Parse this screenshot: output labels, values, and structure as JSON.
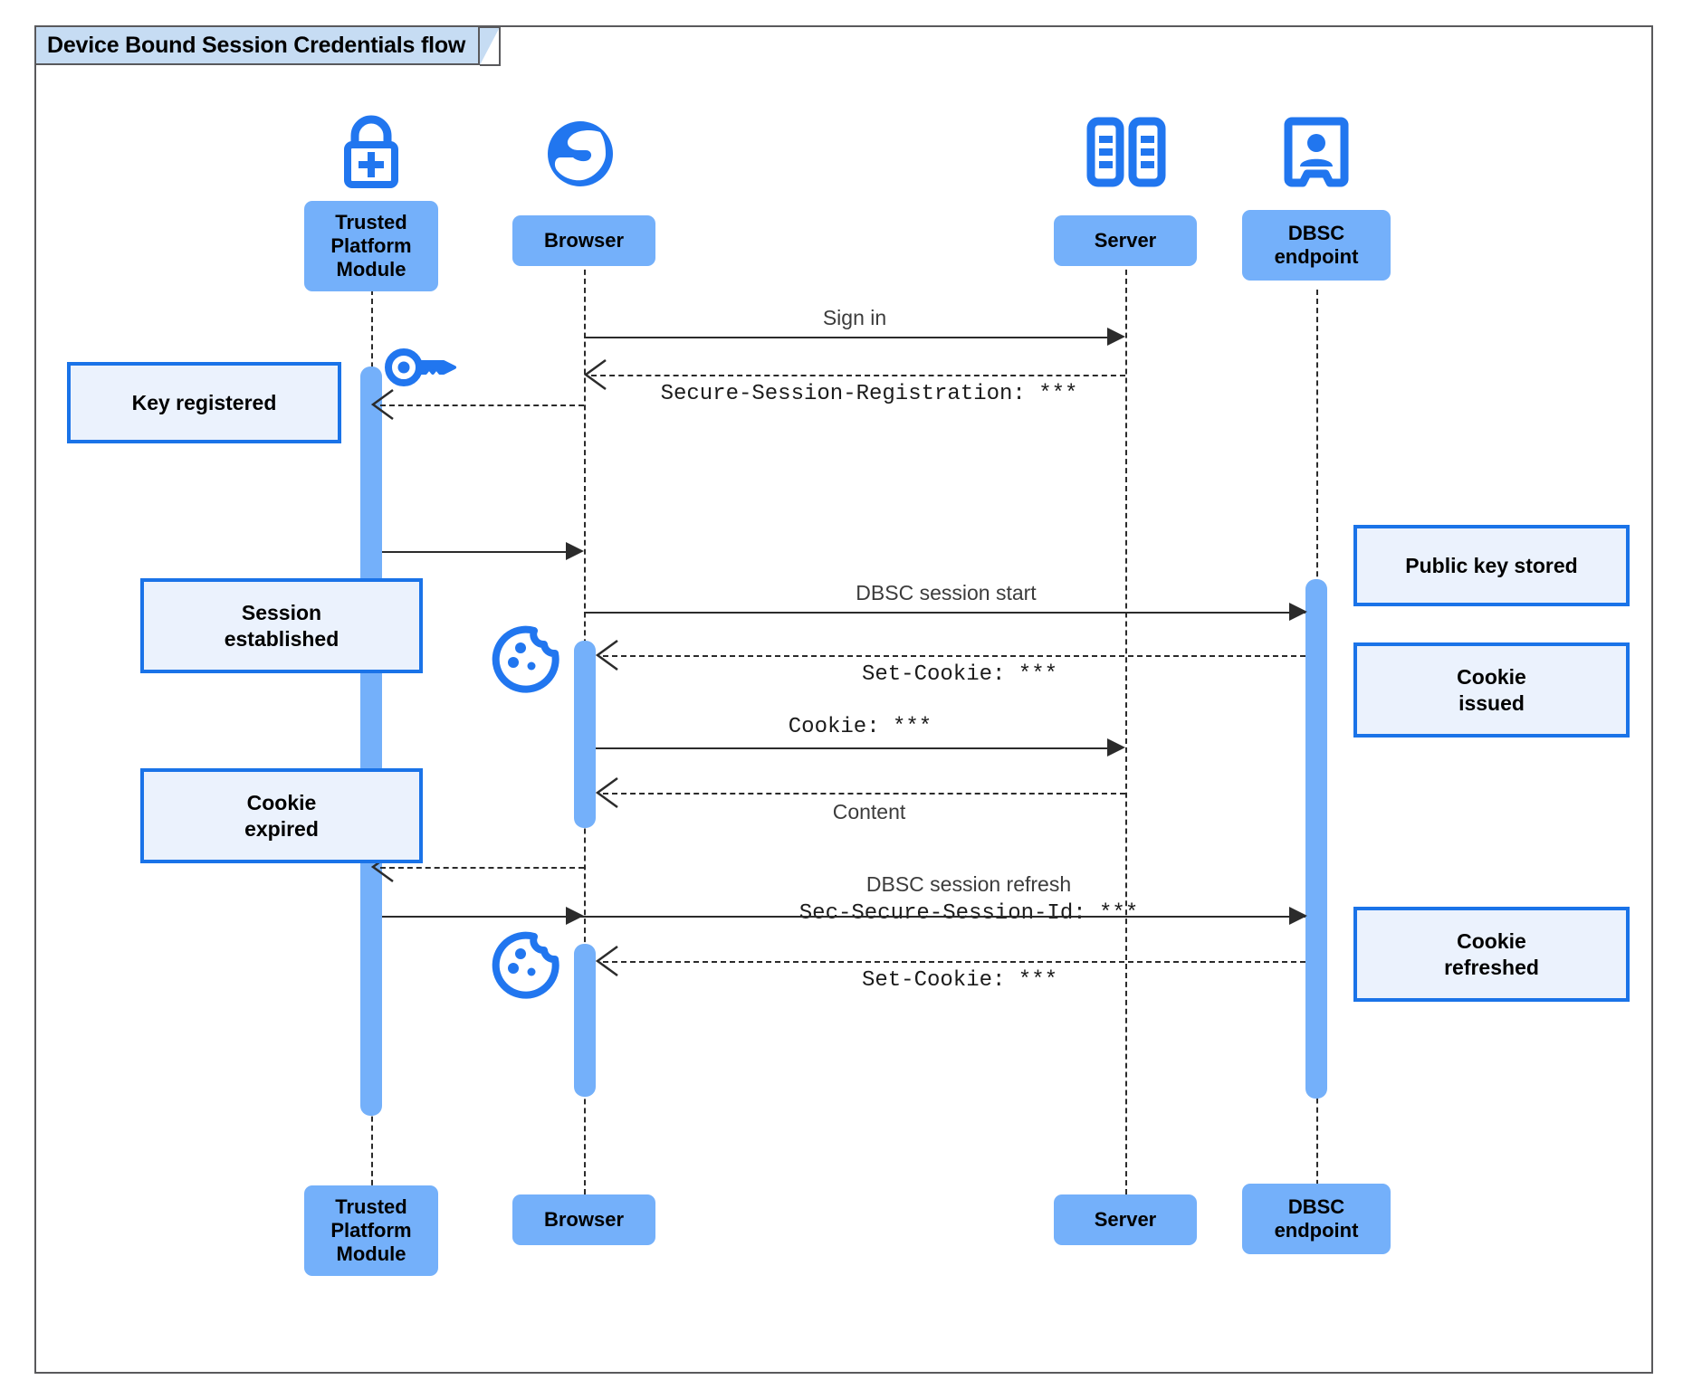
{
  "diagram": {
    "title": "Device Bound Session Credentials flow",
    "type": "uml-sequence-diagram",
    "colors": {
      "participant_fill": "#74b0fa",
      "note_fill": "#ebf2fd",
      "note_border": "#1a73e8",
      "icon_blue": "#2176ef",
      "frame_border": "#59595c",
      "title_fill": "#c6dcf3",
      "line": "#2b2b2b"
    }
  },
  "participants": [
    {
      "id": "tpm",
      "label": "Trusted\nPlatform\nModule",
      "icon": "lock-plus-icon"
    },
    {
      "id": "browser",
      "label": "Browser",
      "icon": "globe-icon"
    },
    {
      "id": "server",
      "label": "Server",
      "icon": "server-racks-icon"
    },
    {
      "id": "dbsc",
      "label": "DBSC\nendpoint",
      "icon": "id-badge-icon"
    }
  ],
  "messages": [
    {
      "id": "m1",
      "from": "browser",
      "to": "server",
      "style": "solid",
      "label": "Sign in",
      "font": "prop"
    },
    {
      "id": "m2",
      "from": "server",
      "to": "browser",
      "style": "dashed",
      "label": "Secure-Session-Registration: ***",
      "font": "mono"
    },
    {
      "id": "m3",
      "from": "browser",
      "to": "tpm",
      "style": "dashed",
      "label": "",
      "font": "prop"
    },
    {
      "id": "m4",
      "from": "tpm",
      "to": "browser",
      "style": "solid",
      "label": "",
      "font": "prop"
    },
    {
      "id": "m5",
      "from": "browser",
      "to": "dbsc",
      "style": "solid",
      "label": "DBSC session start",
      "font": "prop"
    },
    {
      "id": "m6",
      "from": "dbsc",
      "to": "browser",
      "style": "dashed",
      "label": "Set-Cookie: ***",
      "font": "mono"
    },
    {
      "id": "m7",
      "from": "browser",
      "to": "server",
      "style": "solid",
      "label": "Cookie: ***",
      "font": "mono"
    },
    {
      "id": "m8",
      "from": "server",
      "to": "browser",
      "style": "dashed",
      "label": "Content",
      "font": "prop"
    },
    {
      "id": "m9",
      "from": "browser",
      "to": "tpm",
      "style": "dashed",
      "label": "",
      "font": "prop"
    },
    {
      "id": "m10",
      "from": "tpm",
      "to": "dbsc",
      "style": "solid",
      "label": "DBSC session refresh",
      "font": "prop",
      "label2": "Sec-Secure-Session-Id: ***",
      "font2": "mono"
    },
    {
      "id": "m11",
      "from": "dbsc",
      "to": "browser",
      "style": "dashed",
      "label": "Set-Cookie: ***",
      "font": "mono"
    }
  ],
  "notes": [
    {
      "id": "n1",
      "side": "left",
      "text": "Key registered"
    },
    {
      "id": "n2",
      "side": "left",
      "text": "Session\nestablished"
    },
    {
      "id": "n3",
      "side": "left",
      "text": "Cookie\nexpired"
    },
    {
      "id": "n4",
      "side": "right",
      "text": "Public key stored"
    },
    {
      "id": "n5",
      "side": "right",
      "text": "Cookie\nissued"
    },
    {
      "id": "n6",
      "side": "right",
      "text": "Cookie\nrefreshed"
    }
  ],
  "inline_icons": [
    {
      "id": "key1",
      "name": "key-icon",
      "near": "tpm"
    },
    {
      "id": "cookie1",
      "name": "cookie-icon",
      "near": "browser"
    },
    {
      "id": "cookie2",
      "name": "cookie-icon",
      "near": "browser"
    }
  ]
}
